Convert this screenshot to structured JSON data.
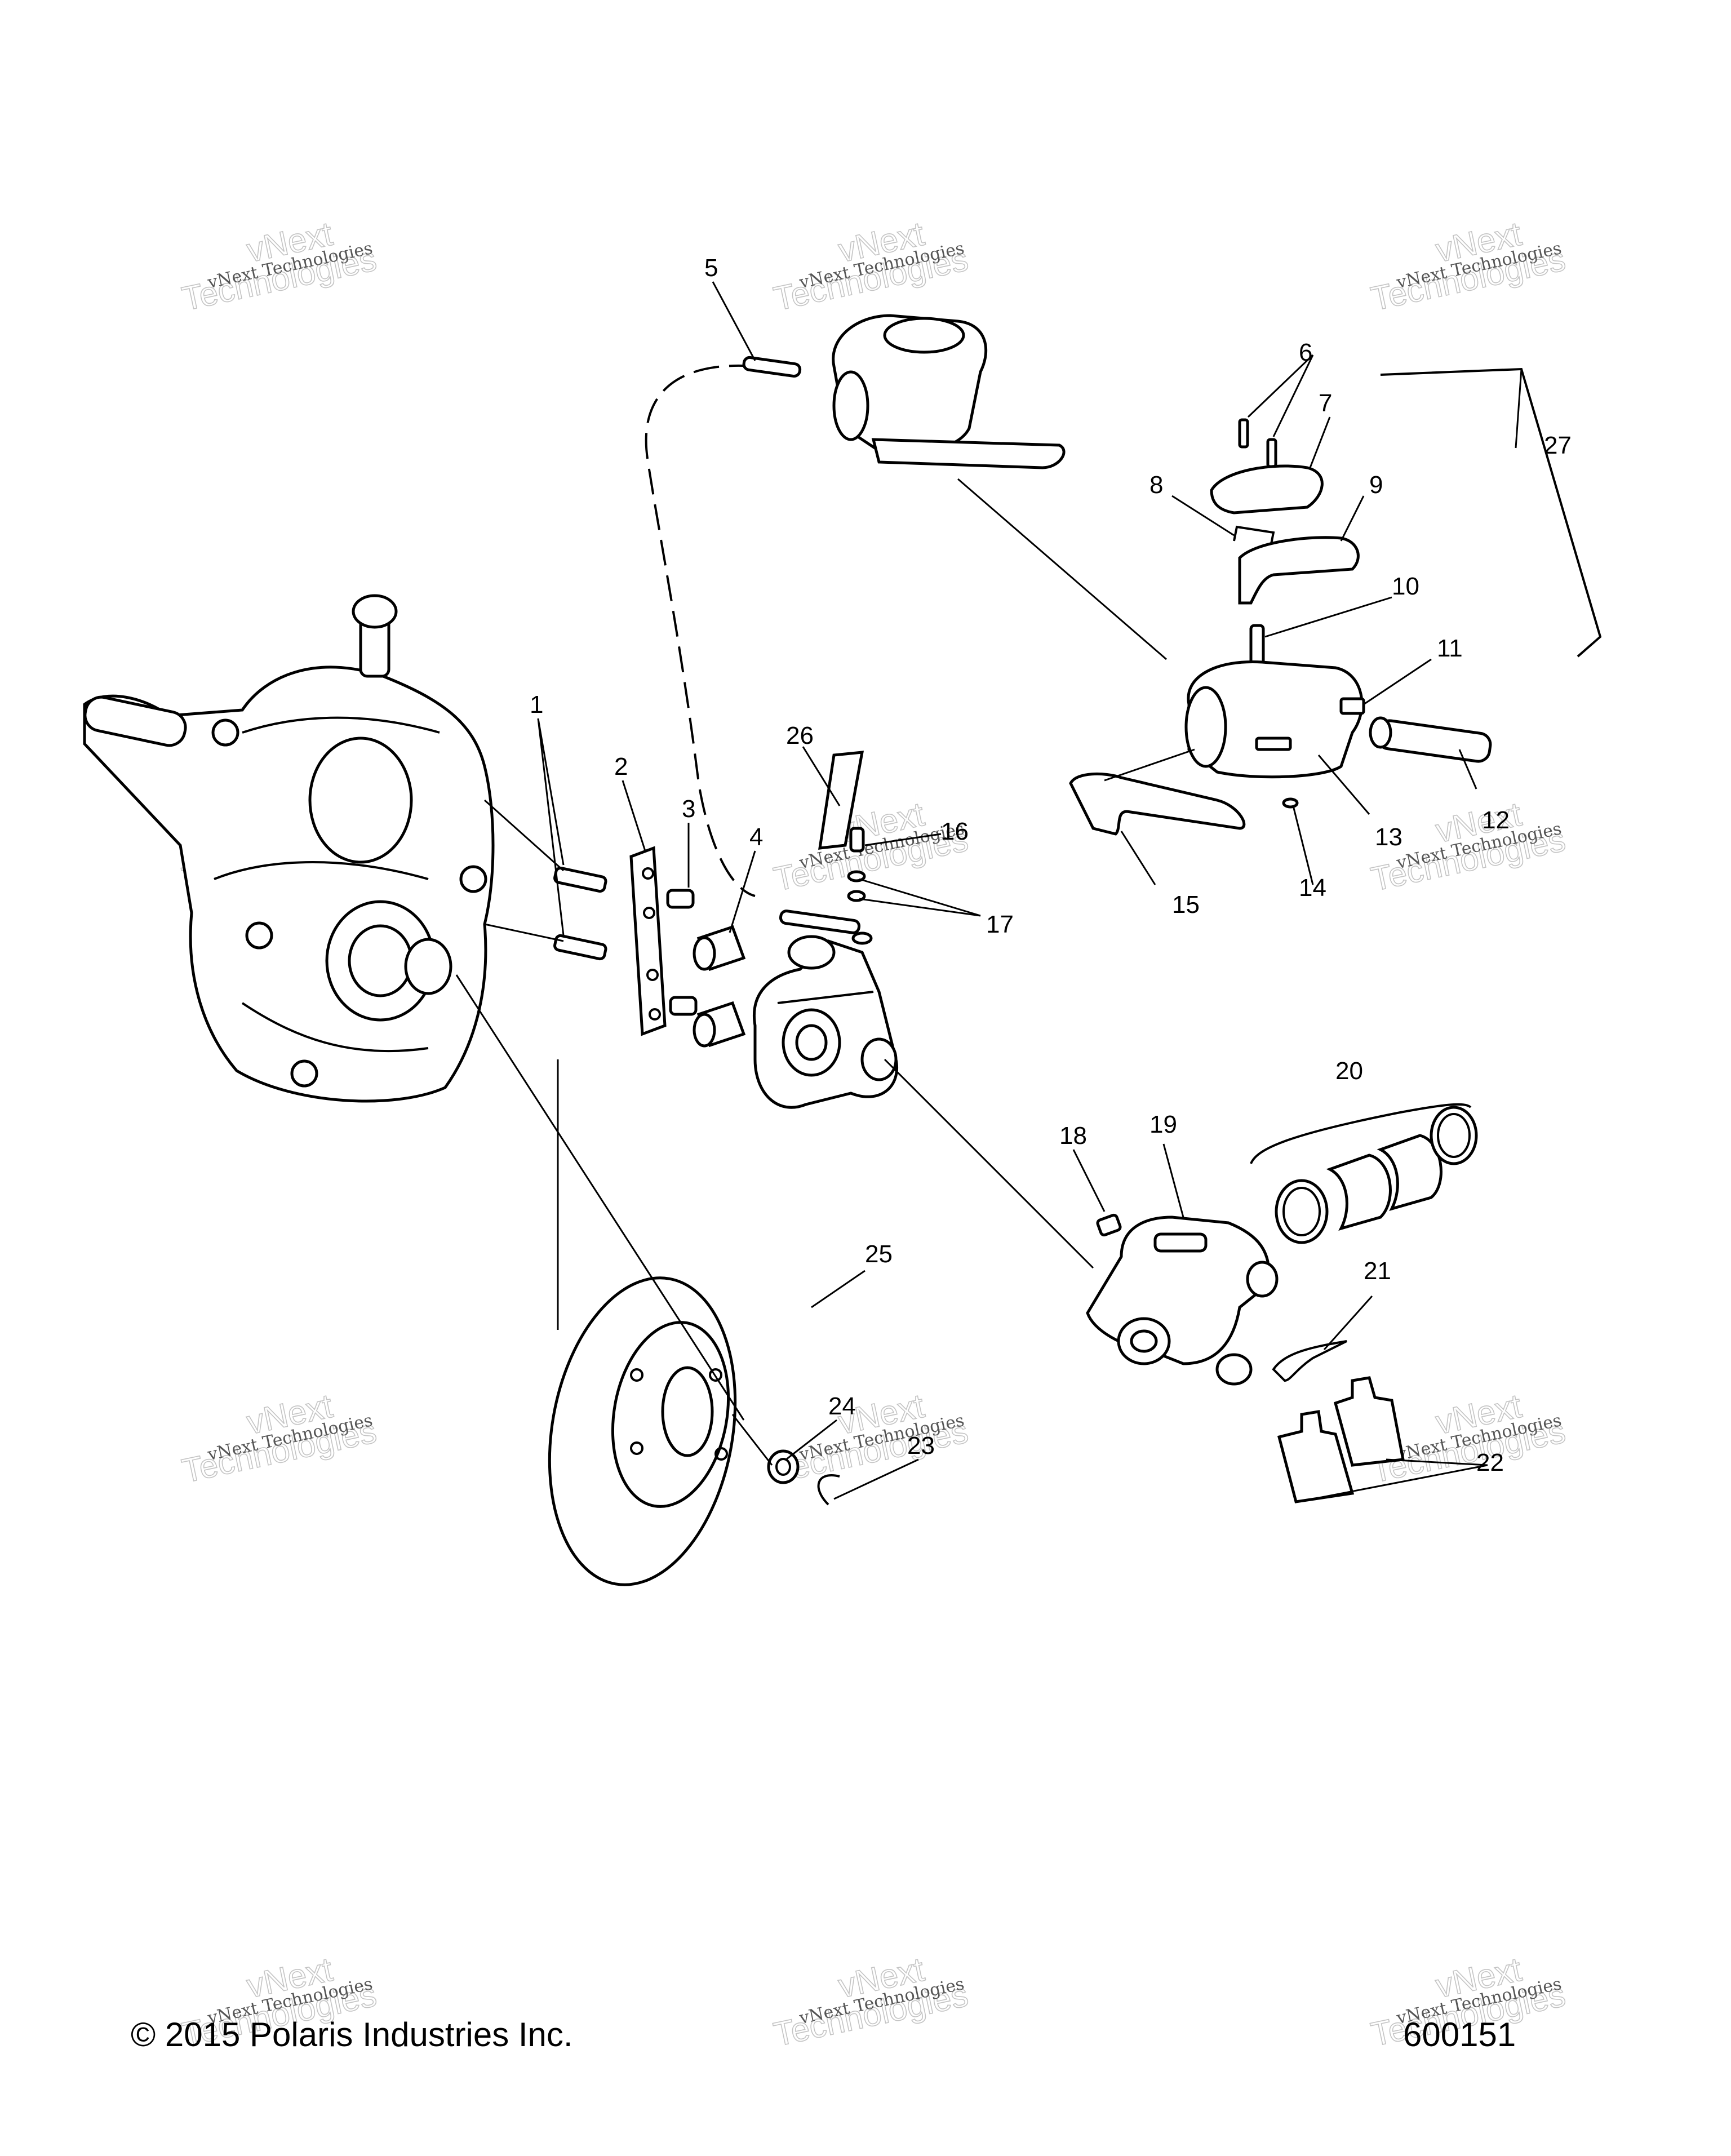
{
  "callouts": [
    {
      "num": "1"
    },
    {
      "num": "2"
    },
    {
      "num": "3"
    },
    {
      "num": "4"
    },
    {
      "num": "5"
    },
    {
      "num": "6"
    },
    {
      "num": "7"
    },
    {
      "num": "8"
    },
    {
      "num": "9"
    },
    {
      "num": "10"
    },
    {
      "num": "11"
    },
    {
      "num": "12"
    },
    {
      "num": "13"
    },
    {
      "num": "14"
    },
    {
      "num": "15"
    },
    {
      "num": "16"
    },
    {
      "num": "17"
    },
    {
      "num": "18"
    },
    {
      "num": "19"
    },
    {
      "num": "20"
    },
    {
      "num": "21"
    },
    {
      "num": "22"
    },
    {
      "num": "23"
    },
    {
      "num": "24"
    },
    {
      "num": "25"
    },
    {
      "num": "26"
    },
    {
      "num": "27"
    }
  ],
  "watermark": {
    "line1": "vNext Technologies",
    "line2": "vNext",
    "line3": "Technologies"
  },
  "footer": {
    "copyright": "© 2015 Polaris Industries Inc.",
    "diagram_id": "600151"
  }
}
